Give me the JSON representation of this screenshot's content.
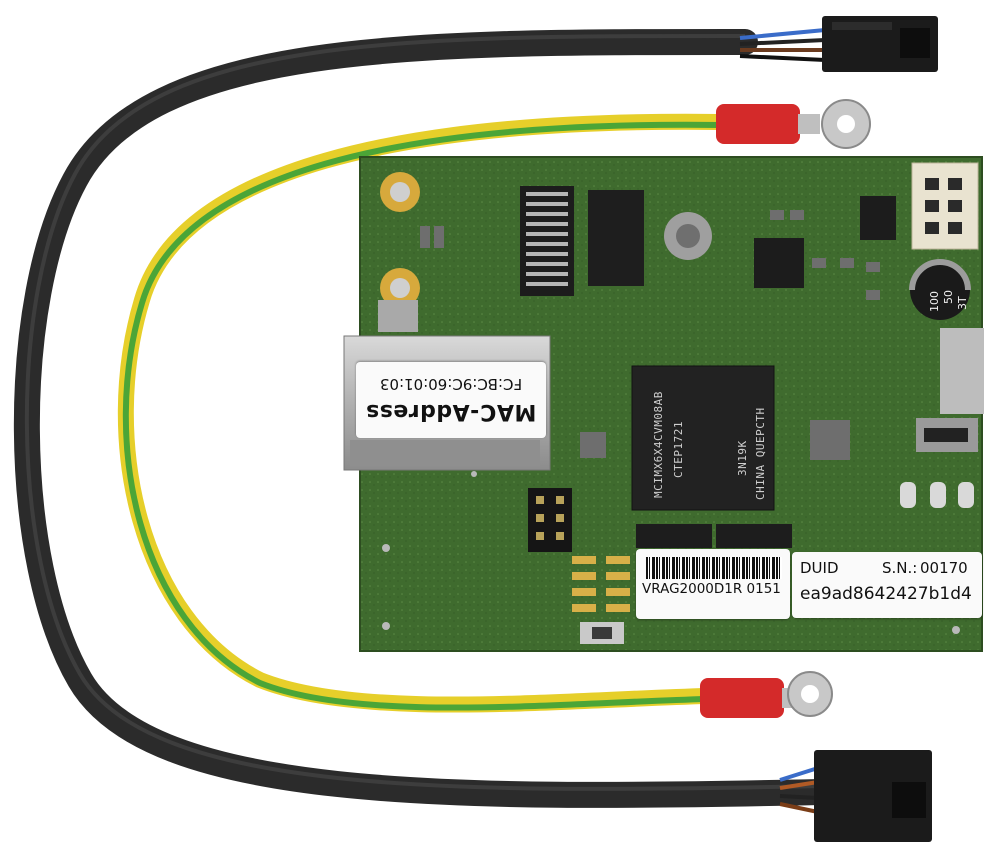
{
  "mac_label": {
    "title": "MAC-Address",
    "value": "FC:BC:9C:60:01:03"
  },
  "serial_label": {
    "text": "VRAG2000D1R 0151"
  },
  "duid_label": {
    "title": "DUID",
    "sn_label": "S.N.:",
    "sn_value": "00170",
    "value": "ea9ad8642427b1d4"
  },
  "processor": {
    "lines": [
      "MCIMX6X4CVM08AB",
      "CTEP1721",
      "3N19K",
      "CHINA QUEPCTH"
    ]
  },
  "capacitor": {
    "lines": [
      "100",
      "50",
      "3T"
    ]
  },
  "colors": {
    "pcb": "#3f6b2e",
    "cable_black": "#2b2b2b",
    "cable_ground_green": "#2f9e3a",
    "cable_ground_yellow": "#e6cf2a",
    "terminal_red": "#d42a2a",
    "label_white": "#fafafa"
  }
}
